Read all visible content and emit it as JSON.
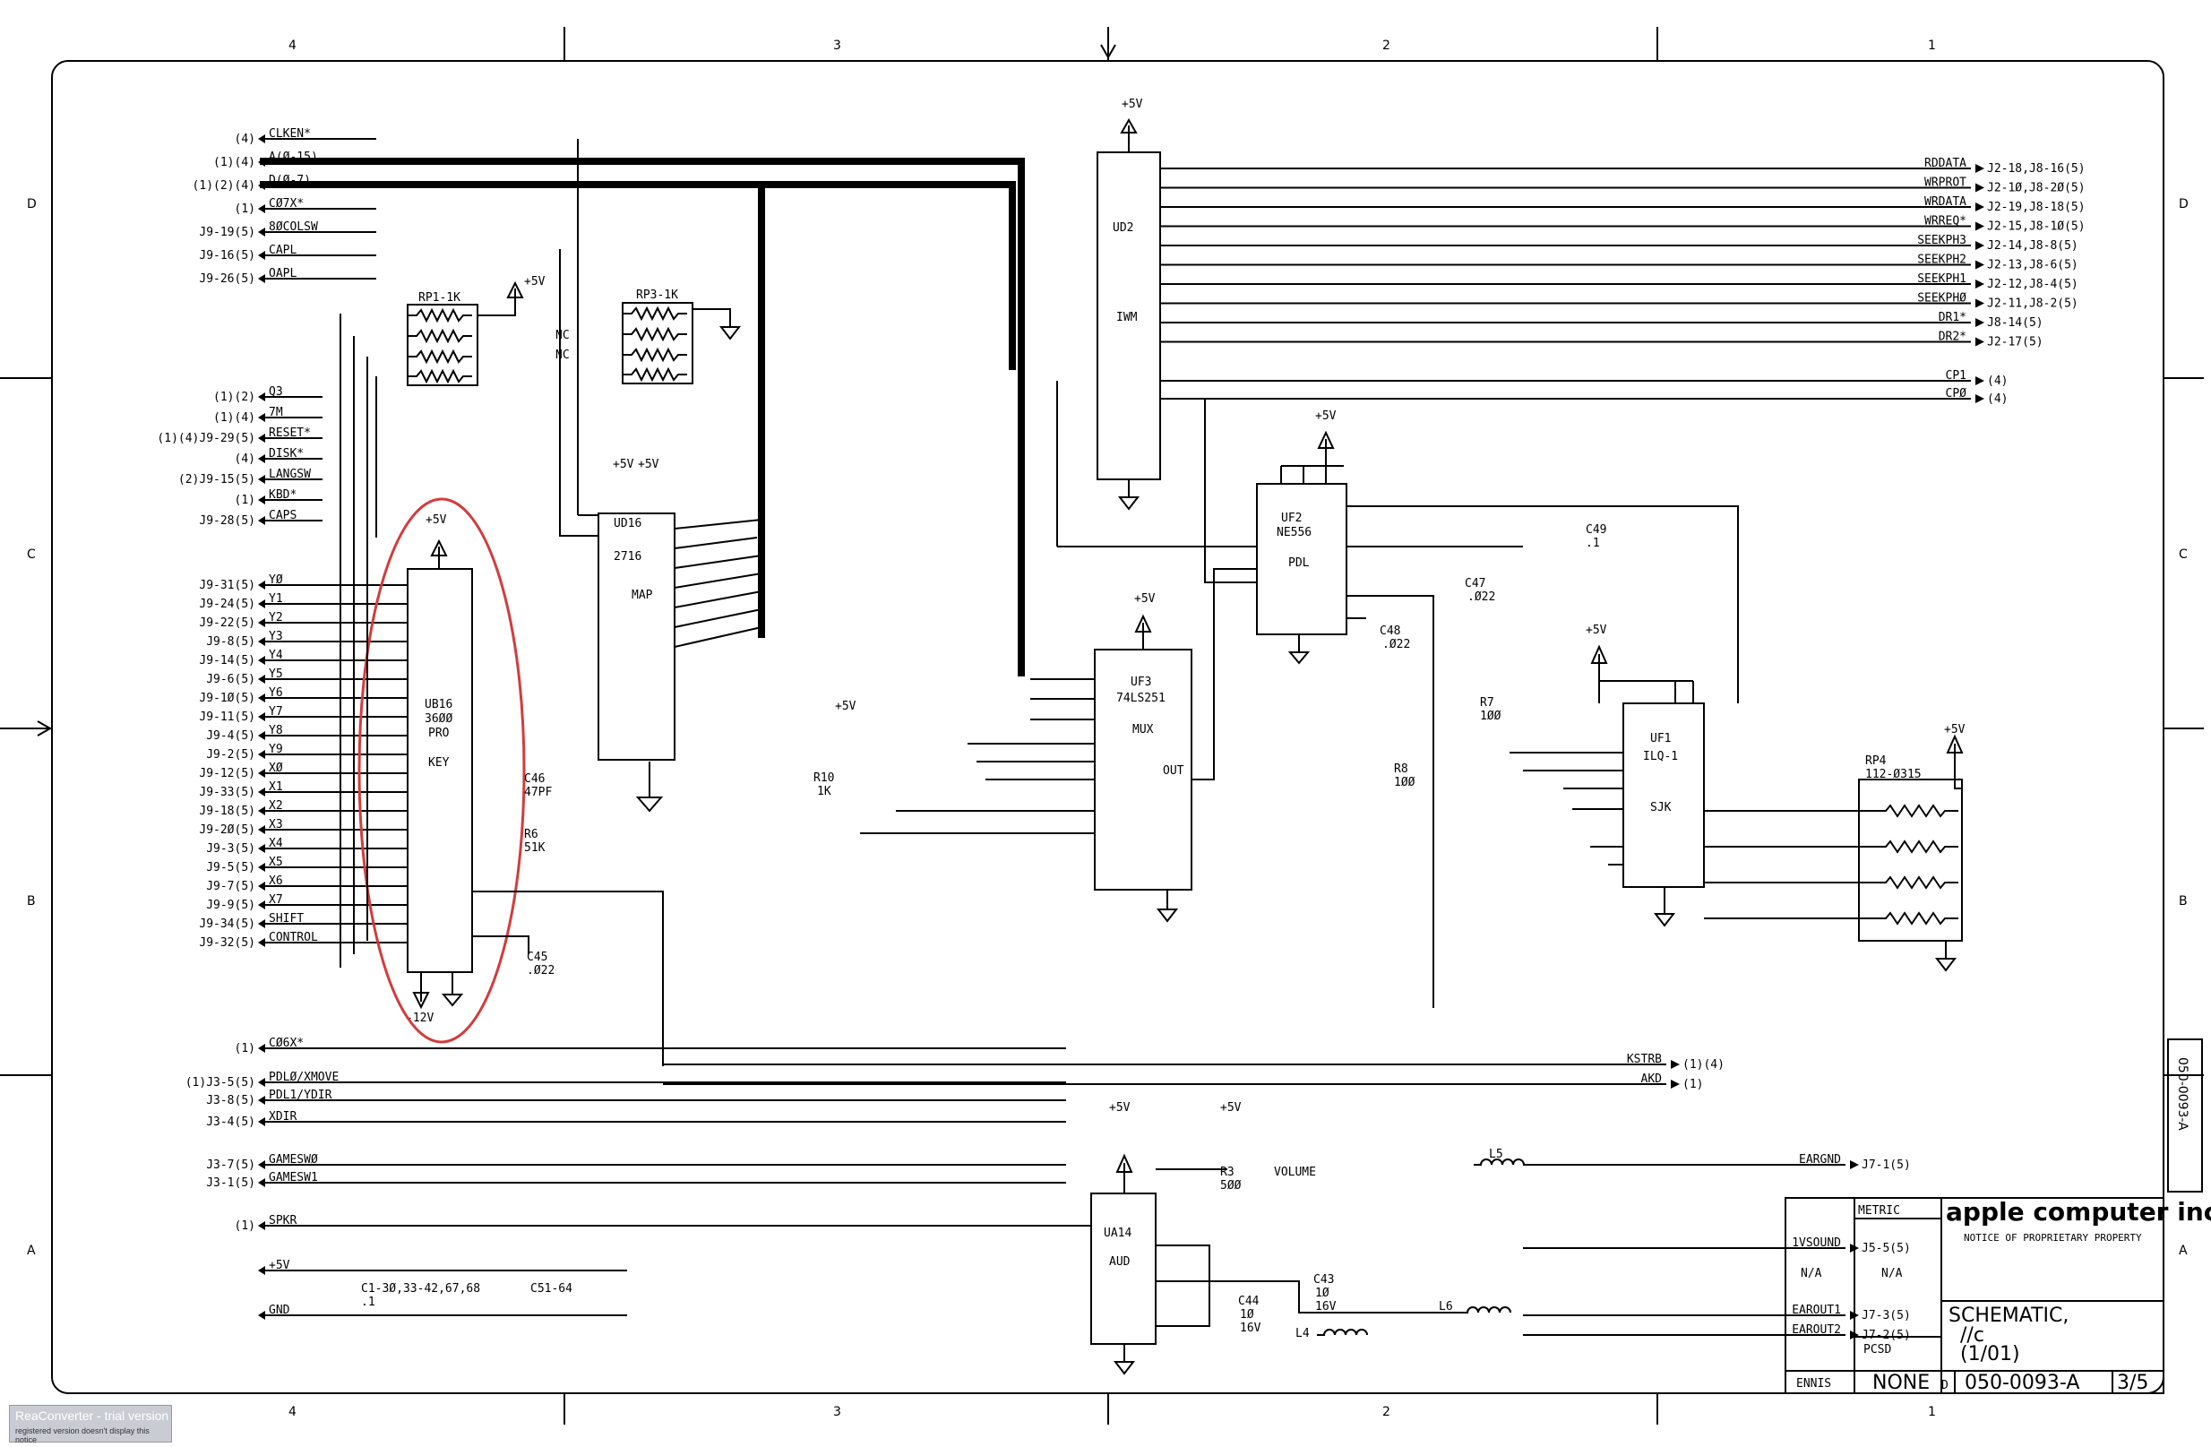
{
  "zone_columns": [
    "4",
    "3",
    "2",
    "1"
  ],
  "zone_rows": [
    "D",
    "C",
    "B",
    "A"
  ],
  "top_inputs": [
    {
      "ref": "(4)",
      "net": "CLKEN*"
    },
    {
      "ref": "(1)(4)",
      "net": "A(Ø-15)"
    },
    {
      "ref": "(1)(2)(4)",
      "net": "D(Ø-7)"
    },
    {
      "ref": "(1)",
      "net": "CØ7X*"
    },
    {
      "ref": "J9-19(5)",
      "net": "8ØCOLSW"
    },
    {
      "ref": "J9-16(5)",
      "net": "CAPL"
    },
    {
      "ref": "J9-26(5)",
      "net": "OAPL"
    }
  ],
  "mid_inputs": [
    {
      "ref": "(1)(2)",
      "net": "Q3"
    },
    {
      "ref": "(1)(4)",
      "net": "7M"
    },
    {
      "ref": "(1)(4)J9-29(5)",
      "net": "RESET*"
    },
    {
      "ref": "(4)",
      "net": "DISK*"
    },
    {
      "ref": "(2)J9-15(5)",
      "net": "LANGSW"
    },
    {
      "ref": "(1)",
      "net": "KBD*"
    },
    {
      "ref": "J9-28(5)",
      "net": "CAPS"
    }
  ],
  "key_inputs": [
    {
      "ref": "J9-31(5)",
      "net": "YØ"
    },
    {
      "ref": "J9-24(5)",
      "net": "Y1"
    },
    {
      "ref": "J9-22(5)",
      "net": "Y2"
    },
    {
      "ref": "J9-8(5)",
      "net": "Y3"
    },
    {
      "ref": "J9-14(5)",
      "net": "Y4"
    },
    {
      "ref": "J9-6(5)",
      "net": "Y5"
    },
    {
      "ref": "J9-1Ø(5)",
      "net": "Y6"
    },
    {
      "ref": "J9-11(5)",
      "net": "Y7"
    },
    {
      "ref": "J9-4(5)",
      "net": "Y8"
    },
    {
      "ref": "J9-2(5)",
      "net": "Y9"
    },
    {
      "ref": "J9-12(5)",
      "net": "XØ"
    },
    {
      "ref": "J9-33(5)",
      "net": "X1"
    },
    {
      "ref": "J9-18(5)",
      "net": "X2"
    },
    {
      "ref": "J9-2Ø(5)",
      "net": "X3"
    },
    {
      "ref": "J9-3(5)",
      "net": "X4"
    },
    {
      "ref": "J9-5(5)",
      "net": "X5"
    },
    {
      "ref": "J9-7(5)",
      "net": "X6"
    },
    {
      "ref": "J9-9(5)",
      "net": "X7"
    },
    {
      "ref": "J9-34(5)",
      "net": "SHIFT"
    },
    {
      "ref": "J9-32(5)",
      "net": "CONTROL"
    }
  ],
  "bottom_inputs": [
    {
      "ref": "(1)",
      "net": "CØ6X*"
    },
    {
      "ref": "(1)J3-5(5)",
      "net": "PDLØ/XMOVE"
    },
    {
      "ref": "J3-8(5)",
      "net": "PDL1/YDIR"
    },
    {
      "ref": "J3-4(5)",
      "net": "XDIR"
    },
    {
      "ref": "J3-7(5)",
      "net": "GAMESWØ"
    },
    {
      "ref": "J3-1(5)",
      "net": "GAMESW1"
    },
    {
      "ref": "(1)",
      "net": "SPKR"
    },
    {
      "ref": "",
      "net": "+5V"
    },
    {
      "ref": "",
      "net": "GND"
    }
  ],
  "right_outputs": [
    {
      "net": "RDDATA",
      "ref": "J2-18,J8-16(5)"
    },
    {
      "net": "WRPROT",
      "ref": "J2-1Ø,J8-2Ø(5)"
    },
    {
      "net": "WRDATA",
      "ref": "J2-19,J8-18(5)"
    },
    {
      "net": "WRREQ*",
      "ref": "J2-15,J8-1Ø(5)"
    },
    {
      "net": "SEEKPH3",
      "ref": "J2-14,J8-8(5)"
    },
    {
      "net": "SEEKPH2",
      "ref": "J2-13,J8-6(5)"
    },
    {
      "net": "SEEKPH1",
      "ref": "J2-12,J8-4(5)"
    },
    {
      "net": "SEEKPHØ",
      "ref": "J2-11,J8-2(5)"
    },
    {
      "net": "DR1*",
      "ref": "J8-14(5)"
    },
    {
      "net": "DR2*",
      "ref": "J2-17(5)"
    },
    {
      "net": "CP1",
      "ref": "(4)"
    },
    {
      "net": "CPØ",
      "ref": "(4)"
    }
  ],
  "bottom_outputs": [
    {
      "net": "KSTRB",
      "ref": "(1)(4)"
    },
    {
      "net": "AKD",
      "ref": "(1)"
    },
    {
      "net": "EARGND",
      "ref": "J7-1(5)"
    },
    {
      "net": "1VSOUND",
      "ref": "J5-5(5)"
    },
    {
      "net": "EAROUT1",
      "ref": "J7-3(5)"
    },
    {
      "net": "EAROUT2",
      "ref": "J7-2(5)"
    }
  ],
  "chips": {
    "ud2": {
      "ref": "UD2",
      "type": "IWM"
    },
    "ud16": {
      "ref": "UD16",
      "part": "2716",
      "type": "MAP"
    },
    "ub16": {
      "ref": "UB16",
      "part": "36ØØ",
      "part2": "PRO",
      "type": "KEY"
    },
    "uf3": {
      "ref": "UF3",
      "part": "74LS251",
      "type": "MUX",
      "out": "OUT"
    },
    "uf2": {
      "ref": "UF2",
      "part": "NE556",
      "type": "PDL"
    },
    "uf1": {
      "ref": "UF1",
      "part": "ILQ-1",
      "type": "SJK"
    },
    "ua14": {
      "ref": "UA14",
      "type": "AUD"
    }
  },
  "rp": {
    "rp1": "RP1-1K",
    "rp3": "RP3-1K",
    "rp4": "RP4",
    "rp4b": "112-Ø315",
    "nc": "NC"
  },
  "passives": {
    "c46": "C46",
    "c46v": "47PF",
    "r6": "R6",
    "r6v": "51K",
    "c45": "C45",
    "c45v": ".Ø22",
    "c49": "C49",
    "c49v": ".1",
    "c47": "C47",
    "c47v": ".Ø22",
    "c48": "C48",
    "c48v": ".Ø22",
    "r7": "R7",
    "r7v": "1ØØ",
    "r8": "R8",
    "r8v": "1ØØ",
    "r10": "R10",
    "r10v": "1K",
    "r3": "R3",
    "r3v": "5ØØ",
    "vol": "VOLUME",
    "c44": "C44",
    "c44v": "1Ø",
    "c44u": "16V",
    "c43": "C43",
    "c43v": "1Ø",
    "c43u": "16V",
    "l4": "L4",
    "l5": "L5",
    "l6": "L6",
    "c1": "C1-3Ø,33-42,67,68",
    "c1v": ".1",
    "c51": "C51-64"
  },
  "rails": {
    "p5": "+5V",
    "m12": "-12V"
  },
  "title_block": {
    "metric": "METRIC",
    "company": "apple computer inc.",
    "notice": "NOTICE OF PROPRIETARY PROPERTY",
    "title1": "SCHEMATIC,",
    "title2": "//c",
    "title3": "(1/01)",
    "material": "N/A",
    "finish": "N/A",
    "group": "PCSD",
    "drawn": "ENNIS",
    "scale": "NONE",
    "size": "D",
    "drawing_no": "050-0093-A",
    "sheet": "3/5"
  },
  "watermark": {
    "line1": "ReaConverter - trial version",
    "line2": "registered version doesn't display this notice"
  },
  "colors": {
    "ink": "#000000",
    "highlight": "#d33c3c",
    "paper": "#ffffff"
  }
}
